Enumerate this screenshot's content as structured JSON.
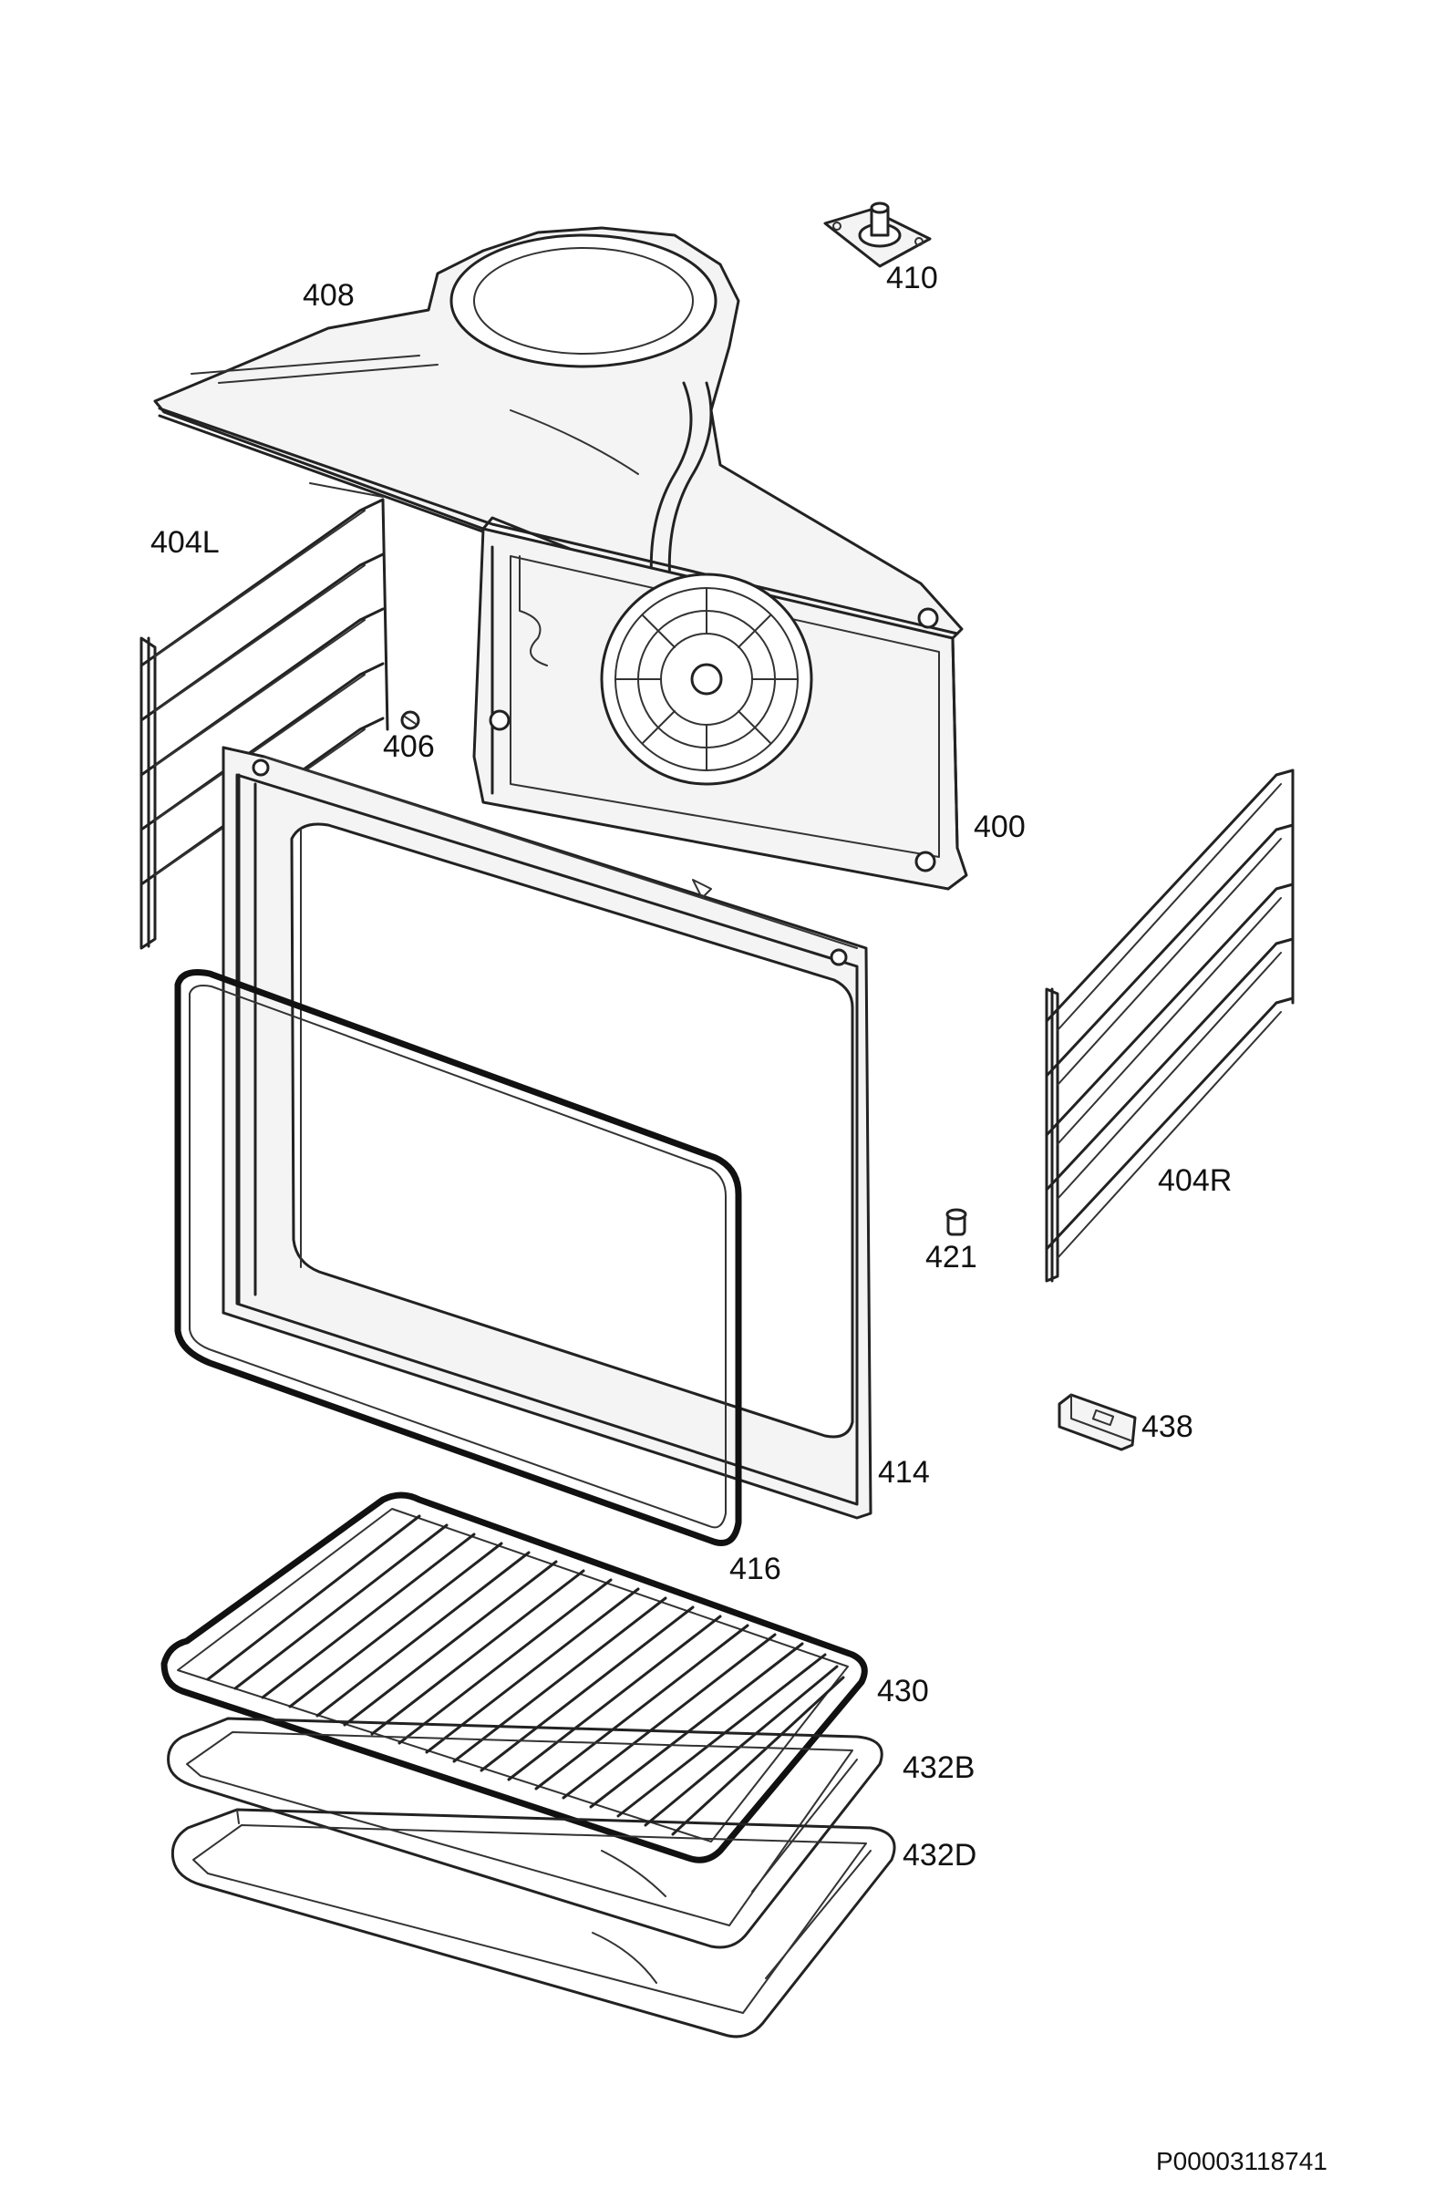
{
  "parts": {
    "p408": "408",
    "p410": "410",
    "p404L": "404L",
    "p406": "406",
    "p400": "400",
    "p404R": "404R",
    "p421": "421",
    "p438": "438",
    "p414": "414",
    "p416": "416",
    "p430": "430",
    "p432B": "432B",
    "p432D": "432D"
  },
  "document_code": "P00003118741"
}
